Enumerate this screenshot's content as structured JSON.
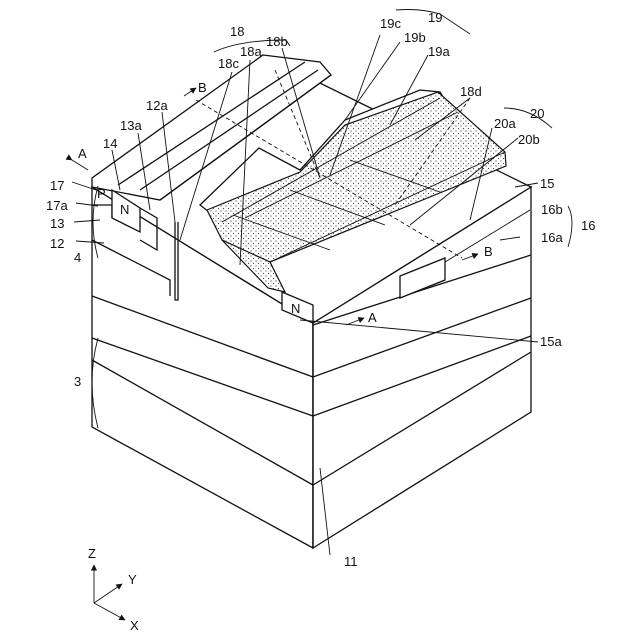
{
  "labels": {
    "n3": "3",
    "n4": "4",
    "n11": "11",
    "n12": "12",
    "n12a": "12a",
    "n13": "13",
    "n13a": "13a",
    "n14": "14",
    "n15": "15",
    "n15a": "15a",
    "n16": "16",
    "n16a": "16a",
    "n16b": "16b",
    "n17": "17",
    "n17a": "17a",
    "n18": "18",
    "n18a": "18a",
    "n18b": "18b",
    "n18c": "18c",
    "n18d": "18d",
    "n19": "19",
    "n19a": "19a",
    "n19b": "19b",
    "n19c": "19c",
    "n20": "20",
    "n20a": "20a",
    "n20b": "20b",
    "p_region": "P",
    "n_region_left": "N",
    "n_region_front": "N",
    "section_a_left": "A",
    "section_a_right": "A",
    "section_b_top": "B",
    "section_b_right": "B"
  },
  "axes": {
    "z": "Z",
    "y": "Y",
    "x": "X"
  }
}
